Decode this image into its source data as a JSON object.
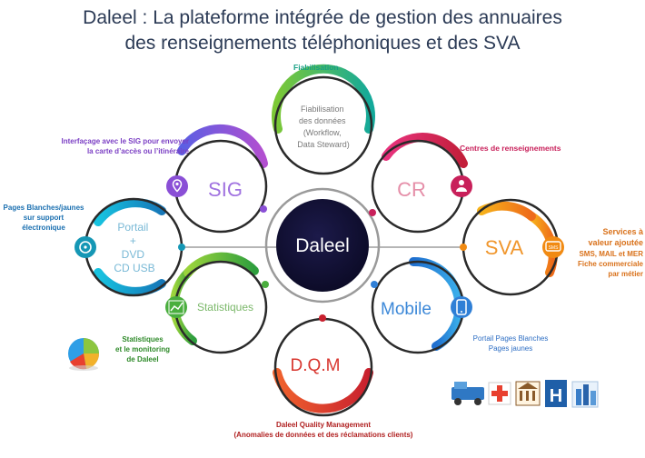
{
  "title": {
    "line1": "Daleel : La plateforme intégrée de gestion des annuaires",
    "line2": "des renseignements téléphoniques et des SVA"
  },
  "center": {
    "label": "Daleel"
  },
  "nodes": {
    "fiab": {
      "lines": [
        "Fiabilisation",
        "des données",
        "(Workflow,",
        "Data Steward)"
      ],
      "caption": "Fiabilisation",
      "color": "#1aa78e"
    },
    "sig": {
      "label": "SIG",
      "caption": [
        "Interfaçage avec  le SIG pour envoyer",
        "la carte d’accès ou l’itinéraire"
      ],
      "color": "#8a4fd6",
      "icon": "location-pin-icon"
    },
    "cr": {
      "label": "CR",
      "caption": [
        "Centres de renseignements"
      ],
      "color": "#c8205a",
      "icon": "person-icon"
    },
    "portail": {
      "lines": [
        "Portail",
        "+",
        "DVD",
        "CD USB"
      ],
      "caption": [
        "Pages Blanches/jaunes",
        "sur support",
        "électronique"
      ],
      "color": "#1597b5",
      "icon": "disc-icon"
    },
    "sva": {
      "label": "SVA",
      "caption": [
        "Services à",
        "valeur ajoutée",
        "SMS, MAIL et MER",
        "Fiche commerciale",
        "par métier"
      ],
      "color": "#f18a12",
      "icon": "sms-icon"
    },
    "stats": {
      "label": "Statistiques",
      "caption": [
        "Statistiques",
        "et le monitoring",
        "de Daleel"
      ],
      "color": "#4aae3e",
      "icon": "chart-icon"
    },
    "mobile": {
      "label": "Mobile",
      "caption": [
        "Portail Pages Blanches",
        "Pages jaunes"
      ],
      "color": "#2f7fd6",
      "icon": "phone-icon"
    },
    "dqm": {
      "label": "D.Q.M",
      "caption": [
        "Daleel Quality Management",
        "(Anomalies de données et des réclamations clients)"
      ],
      "color": "#d8362f"
    }
  },
  "colors": {
    "center": "#14123a",
    "ring": "#9a9a9a",
    "title": "#2b3a55"
  }
}
